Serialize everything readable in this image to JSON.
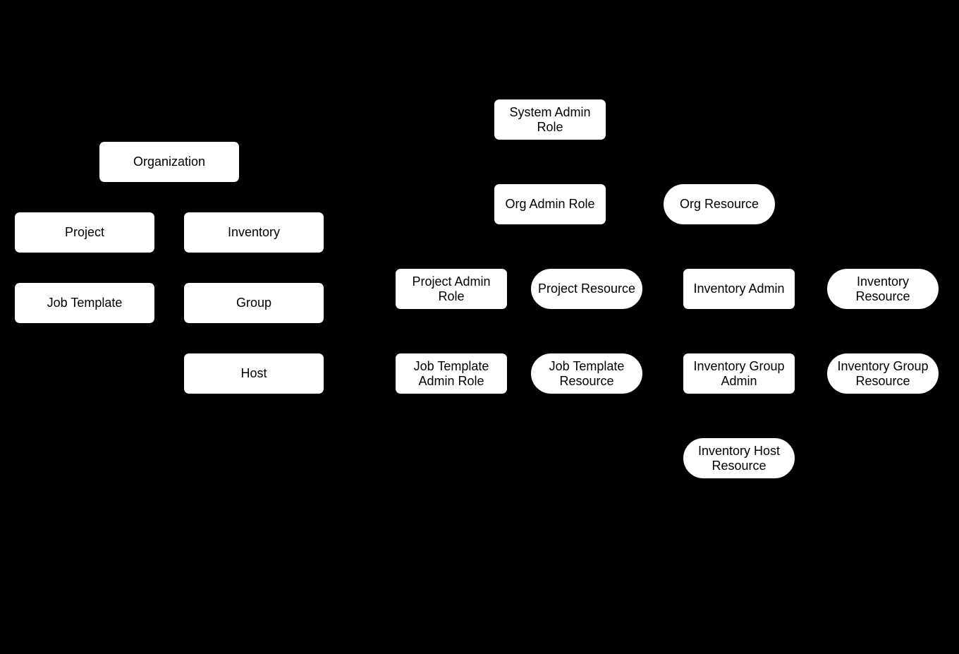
{
  "diagram": {
    "description": "RBAC role and resource hierarchy diagram with white boxes on a black background and no visible connectors",
    "background_color": "#000000",
    "node_fill_color": "#ffffff",
    "node_text_color": "#000000",
    "shapes": {
      "rect": "rounded rectangle",
      "stadium": "pill / stadium shape"
    },
    "nodes": [
      {
        "id": "organization",
        "label": "Organization",
        "shape": "rect"
      },
      {
        "id": "project",
        "label": "Project",
        "shape": "rect"
      },
      {
        "id": "inventory",
        "label": "Inventory",
        "shape": "rect"
      },
      {
        "id": "job-template",
        "label": "Job Template",
        "shape": "rect"
      },
      {
        "id": "group",
        "label": "Group",
        "shape": "rect"
      },
      {
        "id": "host",
        "label": "Host",
        "shape": "rect"
      },
      {
        "id": "system-admin-role",
        "label": "System Admin\nRole",
        "shape": "rect"
      },
      {
        "id": "org-admin-role",
        "label": "Org Admin Role",
        "shape": "rect"
      },
      {
        "id": "org-resource",
        "label": "Org Resource",
        "shape": "stadium"
      },
      {
        "id": "project-admin-role",
        "label": "Project Admin\nRole",
        "shape": "rect"
      },
      {
        "id": "project-resource",
        "label": "Project Resource",
        "shape": "stadium"
      },
      {
        "id": "inventory-admin",
        "label": "Inventory Admin",
        "shape": "rect"
      },
      {
        "id": "inventory-resource",
        "label": "Inventory\nResource",
        "shape": "stadium"
      },
      {
        "id": "job-template-admin-role",
        "label": "Job Template\nAdmin Role",
        "shape": "rect"
      },
      {
        "id": "job-template-resource",
        "label": "Job Template\nResource",
        "shape": "stadium"
      },
      {
        "id": "inventory-group-admin",
        "label": "Inventory Group\nAdmin",
        "shape": "rect"
      },
      {
        "id": "inventory-group-resource",
        "label": "Inventory Group\nResource",
        "shape": "stadium"
      },
      {
        "id": "inventory-host-resource",
        "label": "Inventory Host\nResource",
        "shape": "stadium"
      }
    ]
  }
}
